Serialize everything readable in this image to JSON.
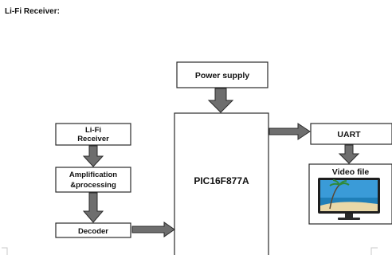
{
  "title": "Li-Fi   Receiver:",
  "blocks": {
    "power_supply": "Power supply",
    "lifi_receiver": [
      "Li-Fi",
      "Receiver"
    ],
    "amplification": [
      "Amplification",
      "&processing"
    ],
    "decoder": "Decoder",
    "pic": "PIC16F877A",
    "uart": "UART",
    "video_file": "Video file"
  },
  "icons": {
    "monitor": "monitor-icon"
  },
  "colors": {
    "arrow_fill": "#6e6e6e",
    "box_stroke": "#2a2a2a",
    "screen_sky": "#3a9bd8",
    "screen_sea": "#1f7fb8"
  }
}
